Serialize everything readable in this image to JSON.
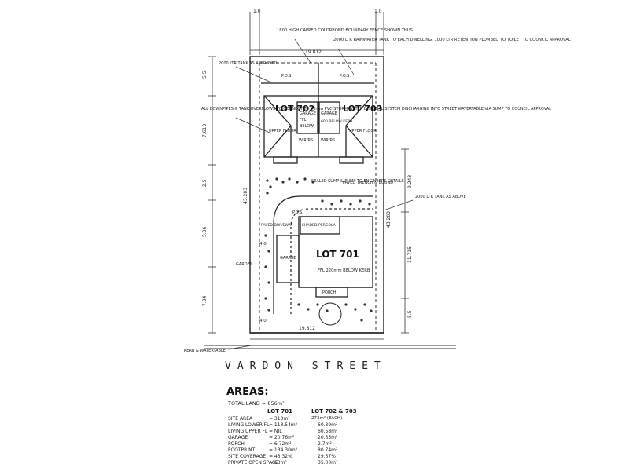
{
  "site": {
    "street_name": "VARDON STREET",
    "dim_top_left": "1.0",
    "dim_top_right": "1.0",
    "boundary_width_rear": "19.812",
    "boundary_width_front": "19.812",
    "boundary_depth_left": "43.203",
    "boundary_depth_right": "43.203",
    "frontage_setback": "4.0",
    "rear_setback": "5.5",
    "depth_segment_1": "7.613",
    "depth_segment_2": "2.5",
    "depth_segment_3": "5.86",
    "depth_segment_4": "7.84",
    "depth_right_1": "9.243",
    "depth_right_2": "11.715",
    "depth_right_3": "5.5"
  },
  "notes": {
    "fence_note": "1800 HIGH CAPPED COLORBOND BOUNDARY FENCE SHOWN THUS.",
    "rain_tank_note": "2000 LTR RAINWATER TANK TO EACH DWELLING. 1000 LTR RETENTION PLUMBED TO TOILET TO COUNCIL APPROVAL",
    "tank_left": "2000 LTR TANK AS APPROVED",
    "downpipes_note": "ALL DOWNPIPES & TANK OVERFLOWS TO CONNECT TO 90mm PVC STORM-WATER DISPOSAL SYSTEM DISCHARGING INTO STREET WATERTABLE VIA SUMP TO COUNCIL APPROVAL",
    "tank_right": "2000 LTR TANK AS ABOVE",
    "sump_note": "SEALED SUMP & PUMP TO ENGINEERS DETAILS",
    "paved_trench": "PAVED TRENCH & BOUND",
    "kerb_note": "KERB & WATERTABLE",
    "garden": "GARDEN"
  },
  "lots": {
    "lot702": {
      "title": "LOT 702",
      "garage": "GARAGE",
      "ffl": "FFL",
      "below_kerb": "BELOW",
      "upper_floor": "UPPER FLOOR",
      "wir": "WIR/RS",
      "pos": "P.O.S."
    },
    "lot703": {
      "title": "LOT 703",
      "garage": "GARAGE",
      "ffl": "600 BELOW KERB",
      "upper_floor": "UPPER FLOOR",
      "wir": "WIR/RS",
      "pos": "P.O.S."
    },
    "lot701": {
      "title": "LOT 701",
      "ffl": "FFL 220mm BELOW KERB",
      "garage": "GARAGE",
      "pos": "P.O.S.",
      "pergola": "SHADED PERGOLA",
      "porch": "PORCH",
      "paved_driveway": "PAVED DRIVEWAY"
    }
  },
  "areas": {
    "heading": "AREAS:",
    "total_land": "TOTAL LAND = 856m²",
    "col_701": "LOT 701",
    "col_702_703": "LOT 702 & 703",
    "col_702_703_sub": "273m² (EACH)",
    "rows": [
      {
        "label": "SITE AREA",
        "v701": "= 310m²",
        "v702": ""
      },
      {
        "label": "LIVING LOWER FL",
        "v701": "= 113.54m²",
        "v702": "60.39m²"
      },
      {
        "label": "LIVING UPPER FL",
        "v701": "= NIL",
        "v702": "60.58m²"
      },
      {
        "label": "GARAGE",
        "v701": "= 20.76m²",
        "v702": "20.35m²"
      },
      {
        "label": "PORCH",
        "v701": "= 6.72m²",
        "v702": "2.7m²"
      },
      {
        "label": "FOOTPRINT",
        "v701": "= 134.30m²",
        "v702": "80.74m²"
      },
      {
        "label": "SITE COVERAGE",
        "v701": "= 43.32%",
        "v702": "29.57%"
      },
      {
        "label": "PRIVATE OPEN SPACE",
        "v701": "= 63m²",
        "v702": "35.00m²"
      }
    ]
  }
}
